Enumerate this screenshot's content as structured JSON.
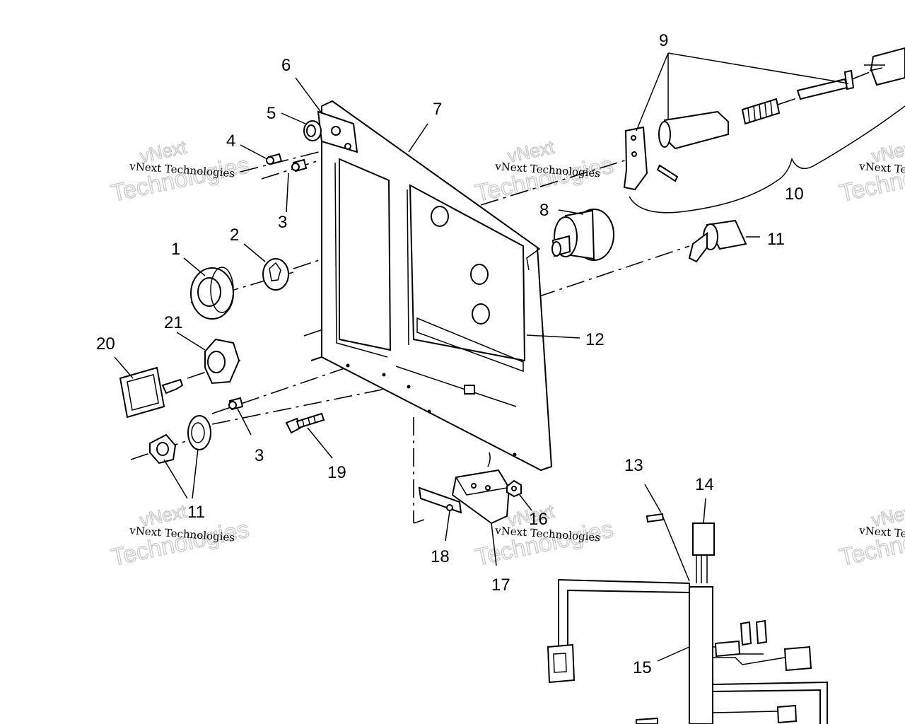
{
  "callouts": [
    "1",
    "2",
    "3",
    "3",
    "4",
    "5",
    "6",
    "7",
    "8",
    "9",
    "10",
    "11",
    "11",
    "12",
    "13",
    "14",
    "15",
    "16",
    "17",
    "18",
    "19",
    "20",
    "21"
  ],
  "watermark": {
    "line1": "vNext Technologies",
    "ghost1": "vNext",
    "ghost2": "Technologies"
  }
}
